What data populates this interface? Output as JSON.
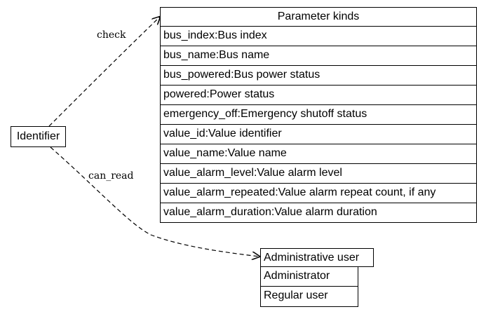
{
  "identifier": {
    "label": "Identifier"
  },
  "edges": {
    "check": "check",
    "can_read": "can_read"
  },
  "parameter_kinds": {
    "title": "Parameter kinds",
    "items": [
      "bus_index:Bus index",
      "bus_name:Bus name",
      "bus_powered:Bus power status",
      "powered:Power status",
      "emergency_off:Emergency shutoff status",
      "value_id:Value identifier",
      "value_name:Value name",
      "value_alarm_level:Value alarm level",
      "value_alarm_repeated:Value alarm repeat count, if any",
      "value_alarm_duration:Value alarm duration"
    ]
  },
  "administrative_user": {
    "title": "Administrative user",
    "items": [
      "Administrator",
      "Regular user"
    ]
  }
}
